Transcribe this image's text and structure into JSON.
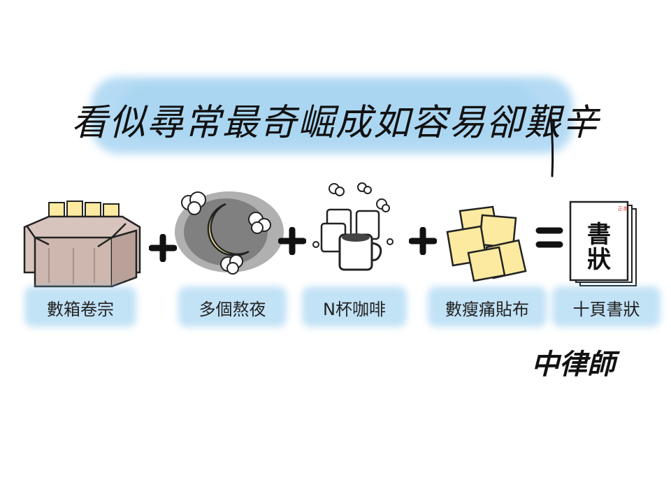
{
  "title": {
    "part1": "看似尋常最奇崛",
    "part2": "成如容易卻艱辛"
  },
  "items": [
    {
      "label": "數箱卷宗",
      "icon": "file-boxes-icon"
    },
    {
      "label": "多個熬夜",
      "icon": "moon-night-icon"
    },
    {
      "label": "N杯咖啡",
      "icon": "coffee-cups-icon"
    },
    {
      "label": "數瘦痛貼布",
      "icon": "pain-patches-icon"
    },
    {
      "label": "十頁書狀",
      "icon": "legal-brief-icon"
    }
  ],
  "operators": {
    "plus": "+",
    "equals": "="
  },
  "document": {
    "big_chars": "書狀",
    "stamp": "正本"
  },
  "signature": "中律師",
  "colors": {
    "wash_blue": "#8cc8ec",
    "ink": "#111111",
    "box_fill": "#d7c4bd",
    "paper_yellow": "#fbeaa0",
    "moon_yellow": "#f7ee9a"
  }
}
